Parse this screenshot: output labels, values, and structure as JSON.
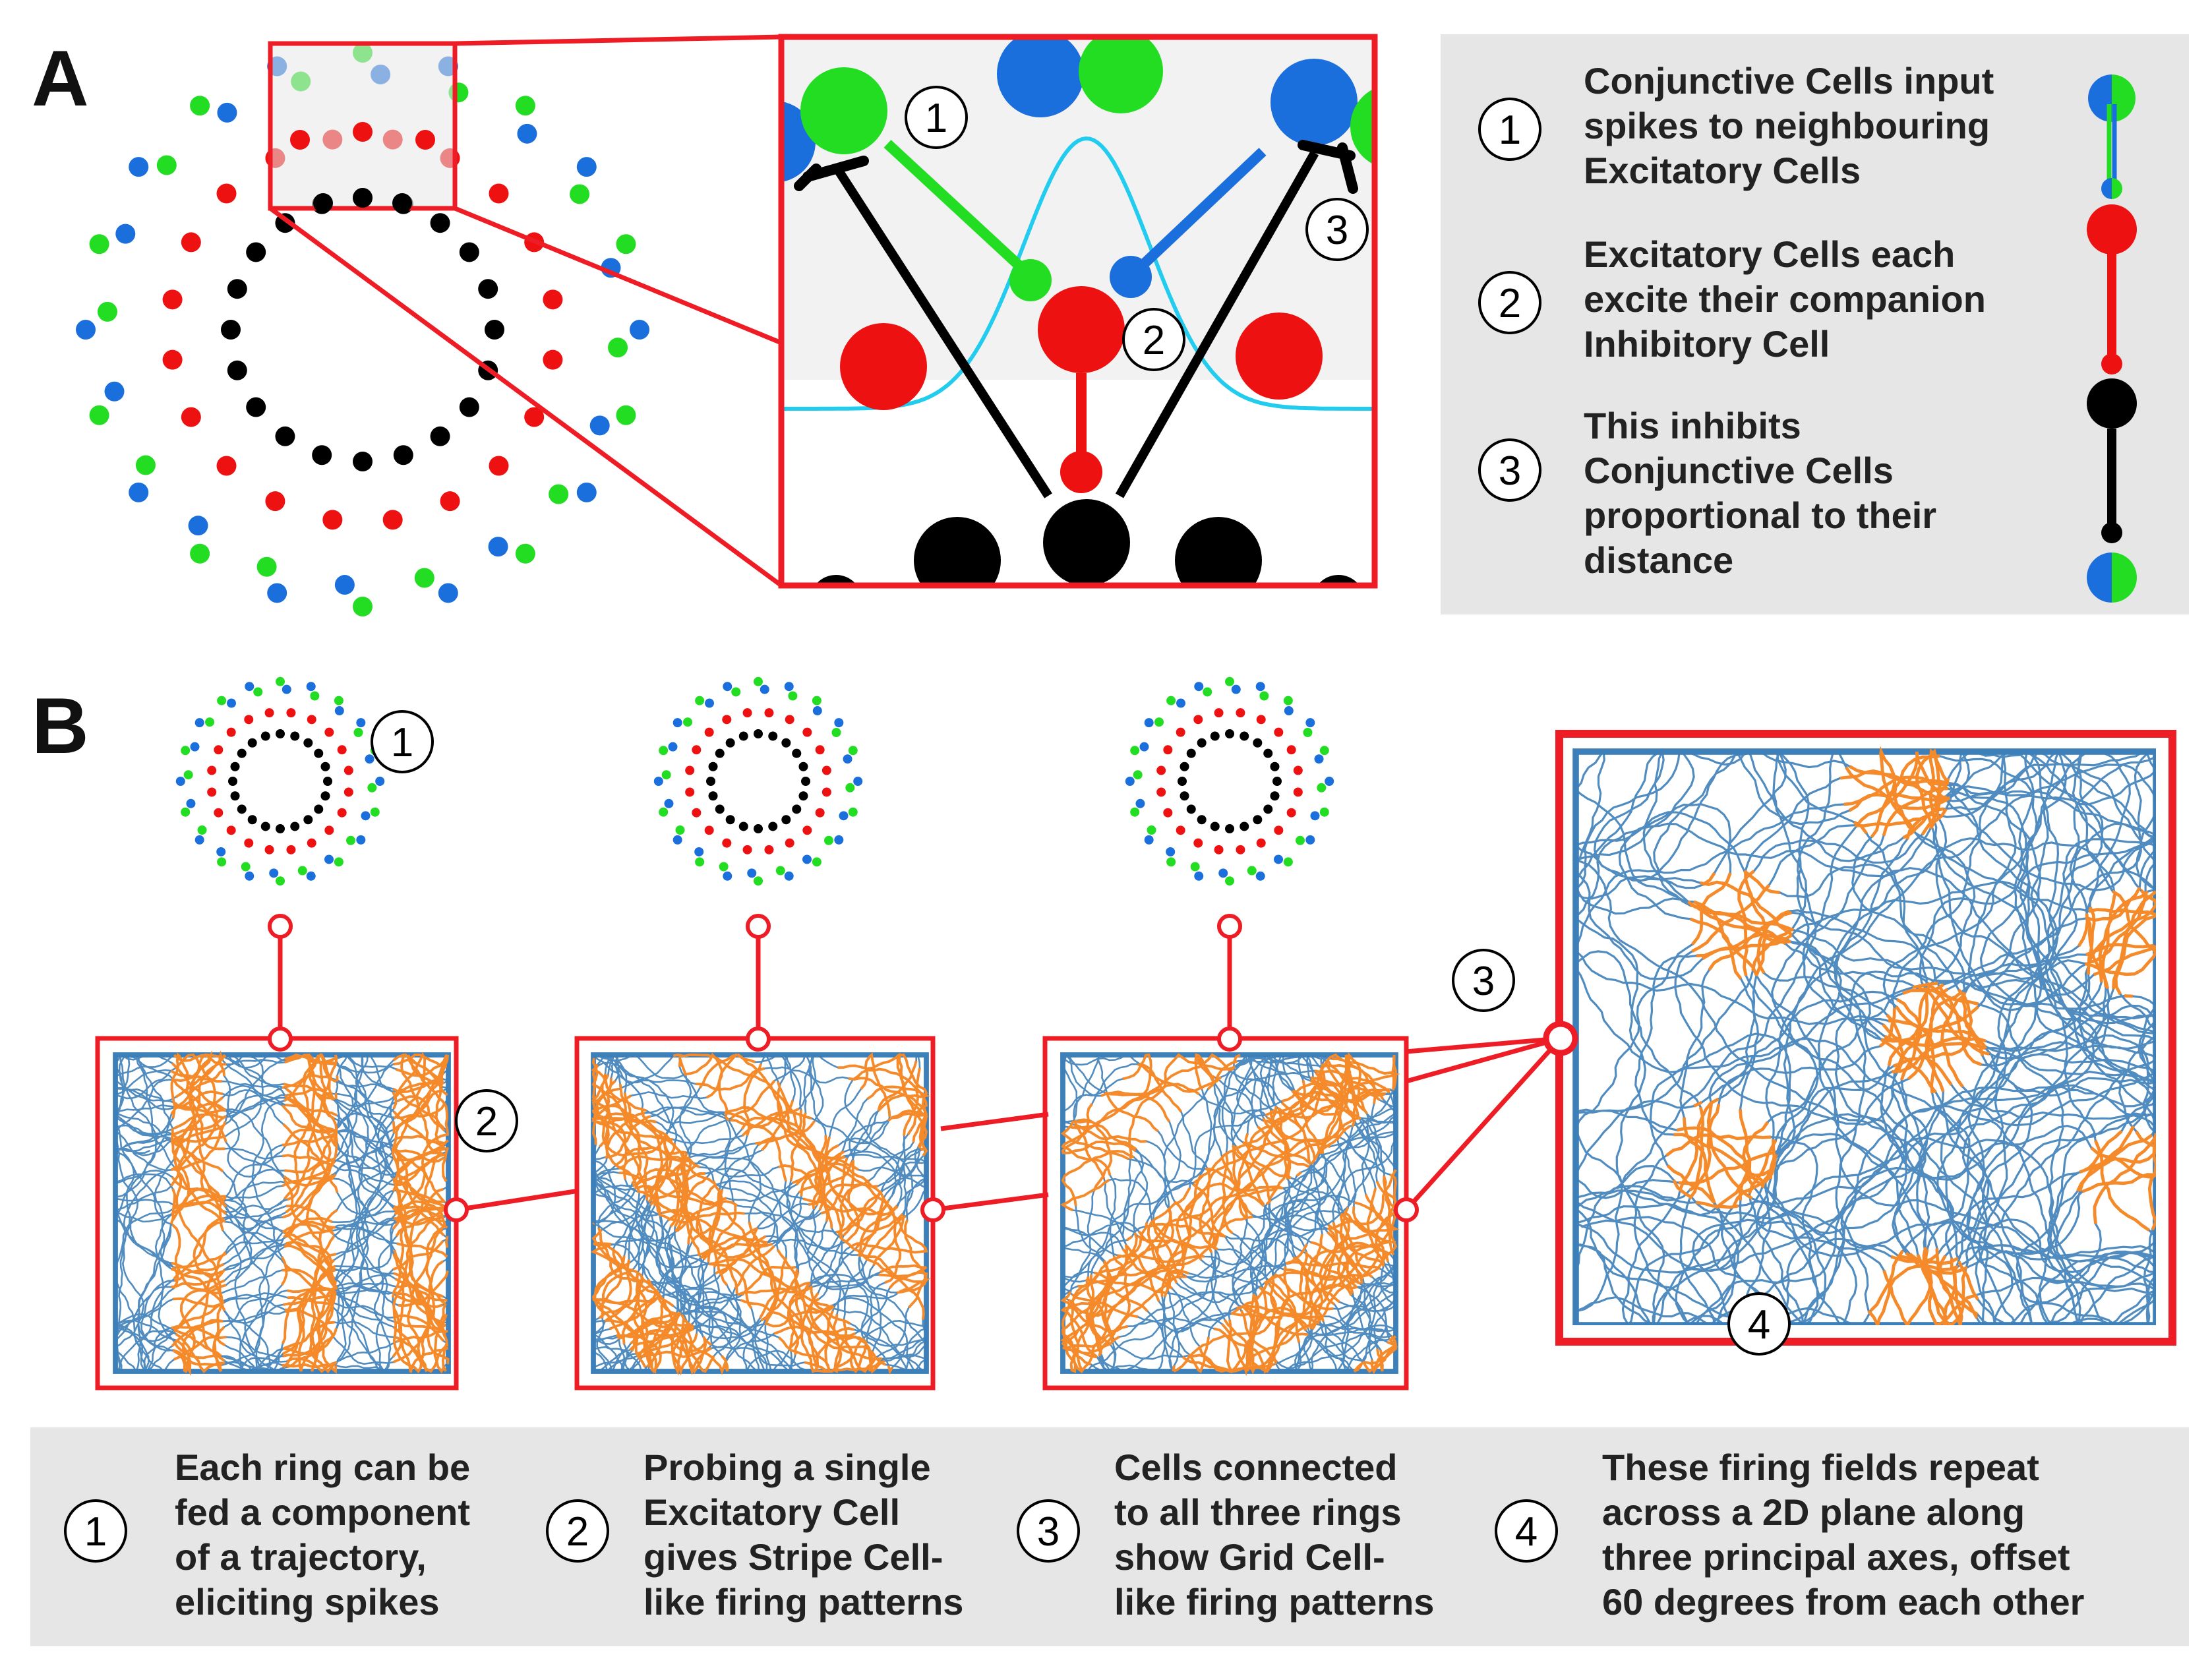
{
  "panels": {
    "a_label": "A",
    "b_label": "B"
  },
  "badges": {
    "one": "1",
    "two": "2",
    "three": "3",
    "four": "4"
  },
  "colors": {
    "conjunctive_blue": "#1b6fdd",
    "conjunctive_green": "#22dd22",
    "excitatory_red": "#ee1111",
    "inhibitory_black": "#000000",
    "gaussian": "#22ccee",
    "highlight": "#ee1c24",
    "trajectory": "#3d7fb8",
    "spikes": "#f58a2a",
    "legend_bg": "#e6e6e6"
  },
  "panel_a_legend": [
    {
      "num": "1",
      "lines": [
        "Conjunctive Cells input",
        "spikes to neighbouring",
        "Excitatory Cells"
      ]
    },
    {
      "num": "2",
      "lines": [
        "Excitatory Cells each",
        "excite their companion",
        "Inhibitory Cell"
      ]
    },
    {
      "num": "3",
      "lines": [
        "This inhibits",
        "Conjunctive Cells",
        "proportional to their",
        "distance"
      ]
    }
  ],
  "panel_b_legend": [
    {
      "num": "1",
      "lines": [
        "Each ring can be",
        "fed a component",
        "of a trajectory,",
        "eliciting spikes"
      ]
    },
    {
      "num": "2",
      "lines": [
        "Probing a single",
        "Excitatory Cell",
        "gives Stripe Cell-",
        "like firing patterns"
      ]
    },
    {
      "num": "3",
      "lines": [
        "Cells connected",
        "to all three rings",
        "show Grid Cell-",
        "like firing patterns"
      ]
    },
    {
      "num": "4",
      "lines": [
        "These firing fields repeat",
        "across a 2D plane along",
        "three principal axes, offset",
        "60 degrees from each other"
      ]
    }
  ]
}
